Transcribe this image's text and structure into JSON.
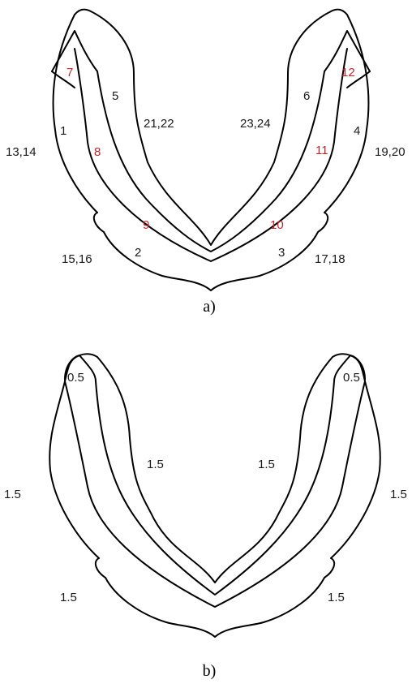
{
  "colors": {
    "outline": "#000000",
    "label": "#1a1a1a",
    "highlight": "#c0272d"
  },
  "diagram_a": {
    "caption": "a)",
    "labels": {
      "l1": "1",
      "l2": "2",
      "l3": "3",
      "l4": "4",
      "l5": "5",
      "l6": "6",
      "l7": "7",
      "l8": "8",
      "l9": "9",
      "l10": "10",
      "l11": "11",
      "l12": "12",
      "l13_14": "13,14",
      "l15_16": "15,16",
      "l17_18": "17,18",
      "l19_20": "19,20",
      "l21_22": "21,22",
      "l23_24": "23,24"
    }
  },
  "diagram_b": {
    "caption": "b)",
    "labels": {
      "tip_left": "0.5",
      "tip_right": "0.5",
      "inner_left": "1.5",
      "inner_right": "1.5",
      "outer_left": "1.5",
      "outer_right": "1.5",
      "bottom_left": "1.5",
      "bottom_right": "1.5"
    }
  }
}
